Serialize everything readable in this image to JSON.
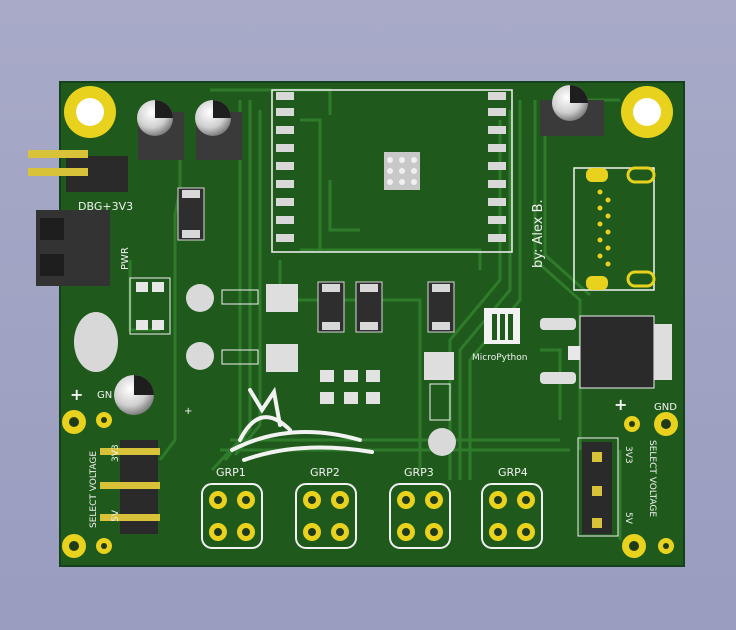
{
  "board": {
    "colors": {
      "background": "#9c9ec2",
      "soldermask": "#1f5a1c",
      "trace": "#2f7b2b",
      "copper": "#d8c23a",
      "silkscreen": "#f2f2f2",
      "component_body": "#2a2a2a"
    },
    "labels": {
      "dbg": "DBG+3V3",
      "pwr": "PWR",
      "author": "by: Alex B.",
      "micropython": "MicroPython",
      "gnd_left": "GN",
      "plus_left": "+",
      "plus_cap": "+",
      "plus_right": "+",
      "gnd_right": "GND",
      "select_voltage_left": "SELECT VOLTAGE",
      "sel_3v3_left": "3V3",
      "sel_5v_left": "5V",
      "select_voltage_right": "SELECT VOLTAGE",
      "sel_3v3_right": "3V3",
      "sel_5v_right": "5V"
    },
    "groups": [
      "GRP1",
      "GRP2",
      "GRP3",
      "GRP4"
    ],
    "icons": [
      "mounting-hole-icon",
      "wolf-logo-icon",
      "micropython-logo-icon"
    ]
  }
}
